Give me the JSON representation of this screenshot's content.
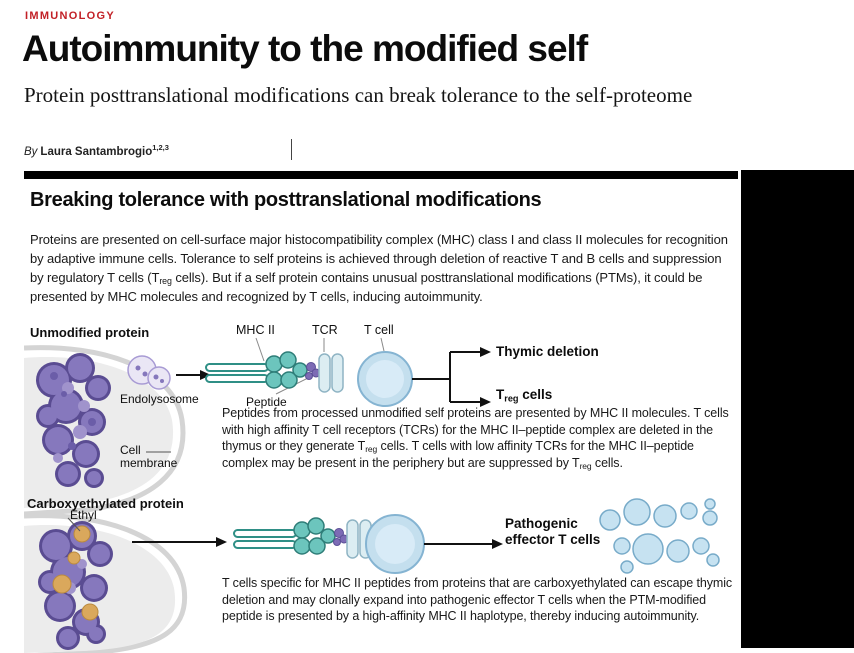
{
  "article": {
    "kicker": "IMMUNOLOGY",
    "title": "Autoimmunity to the modified self",
    "subtitle": "Protein posttranslational modifications can break tolerance to the self-proteome",
    "byline": {
      "by": "By",
      "author": "Laura Santambrogio",
      "affiliations": "1,2,3"
    }
  },
  "figure": {
    "title": "Breaking tolerance with posttranslational modifications",
    "intro_segments": [
      {
        "t": "Proteins are presented on cell-surface major histocompatibility complex (MHC) class I and class II molecules for recognition by adaptive immune cells. Tolerance to self proteins is achieved through deletion of reactive T and B cells and suppression by regulatory T cells (T"
      },
      {
        "t": "reg",
        "s": "sub"
      },
      {
        "t": " cells). But if a self protein contains unusual posttranslational modifications (PTMs), it could be presented by MHC molecules and recognized by T cells, inducing autoimmunity."
      }
    ],
    "row1": {
      "label": "Unmodified protein",
      "endolysosome_label": "Endolysosome",
      "mhc_label": "MHC II",
      "tcr_label": "TCR",
      "tcell_label": "T cell",
      "peptide_label": "Peptide",
      "cell_membrane_line1": "Cell",
      "cell_membrane_line2": "membrane",
      "outcome_thymic": "Thymic deletion",
      "outcome_treg_segments": [
        {
          "t": "T"
        },
        {
          "t": "reg",
          "s": "sub"
        },
        {
          "t": " cells"
        }
      ],
      "caption_segments": [
        {
          "t": "Peptides from processed unmodified self proteins are presented by MHC II molecules. T cells with high affinity T cell receptors (TCRs) for the MHC II–peptide complex are deleted in the thymus or they generate T"
        },
        {
          "t": "reg",
          "s": "sub"
        },
        {
          "t": " cells. T cells with low affinity TCRs for the MHC II–peptide complex may be present in the periphery but are suppressed by T"
        },
        {
          "t": "reg",
          "s": "sub"
        },
        {
          "t": " cells."
        }
      ]
    },
    "row2": {
      "label": "Carboxyethylated protein",
      "ethyl_label": "Ethyl",
      "outcome_line1": "Pathogenic",
      "outcome_line2": "effector T cells",
      "caption": "T cells specific for MHC II peptides from proteins that are carboxyethylated can escape thymic deletion and may clonally expand into pathogenic effector T cells when the PTM-modified peptide is presented by a high-affinity MHC II haplotype, thereby inducing autoimmunity."
    },
    "colors": {
      "kicker_red": "#c22026",
      "mhc_teal": "#2f8f86",
      "protein_purple": "#8678bd",
      "tcell_blue": "#c4dfee",
      "ethyl_orange": "#daa85c"
    }
  }
}
